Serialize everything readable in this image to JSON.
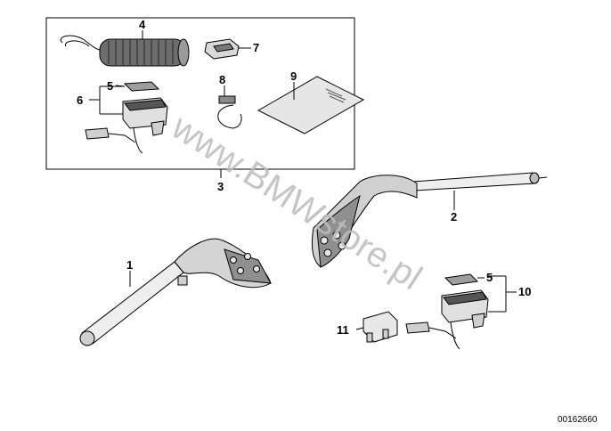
{
  "callouts": {
    "c1": "1",
    "c2": "2",
    "c3": "3",
    "c4": "4",
    "c5a": "5",
    "c5b": "5",
    "c6": "6",
    "c7": "7",
    "c8": "8",
    "c9": "9",
    "c10": "10",
    "c11": "11"
  },
  "watermark": "www.BMWstore.pl",
  "document_number": "00162660"
}
